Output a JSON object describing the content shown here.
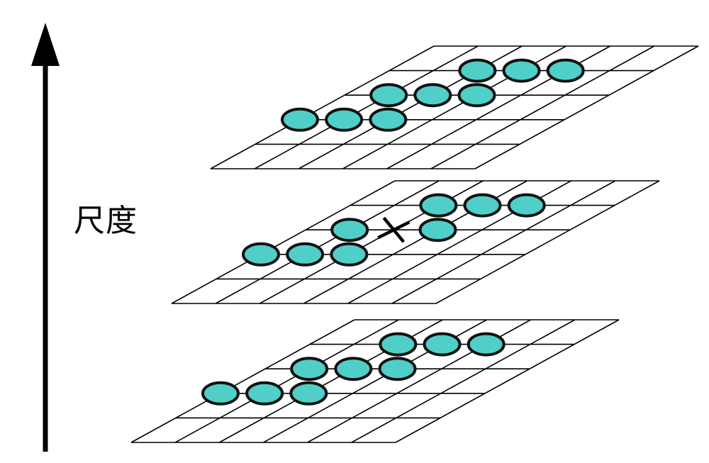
{
  "scale_axis": {
    "label": "尺度",
    "direction": "up"
  },
  "layers": [
    {
      "id": "upper-scale",
      "grid": {
        "rows": 5,
        "cols": 6
      },
      "sample_points": [
        [
          1,
          4
        ],
        [
          1,
          3
        ],
        [
          1,
          2
        ],
        [
          2,
          3
        ],
        [
          2,
          2
        ],
        [
          2,
          1
        ],
        [
          3,
          2
        ],
        [
          3,
          1
        ],
        [
          3,
          0
        ]
      ],
      "center_marker": false
    },
    {
      "id": "current-scale",
      "grid": {
        "rows": 5,
        "cols": 6
      },
      "sample_points": [
        [
          1,
          4
        ],
        [
          1,
          3
        ],
        [
          1,
          2
        ],
        [
          2,
          3
        ],
        [
          2,
          1
        ],
        [
          3,
          2
        ],
        [
          3,
          1
        ],
        [
          3,
          0
        ]
      ],
      "center_marker": true
    },
    {
      "id": "lower-scale",
      "grid": {
        "rows": 5,
        "cols": 6
      },
      "sample_points": [
        [
          1,
          4
        ],
        [
          1,
          3
        ],
        [
          1,
          2
        ],
        [
          2,
          3
        ],
        [
          2,
          2
        ],
        [
          2,
          1
        ],
        [
          3,
          2
        ],
        [
          3,
          1
        ],
        [
          3,
          0
        ]
      ],
      "center_marker": false
    }
  ],
  "colors": {
    "grid_line": "#000000",
    "point_fill": "#4fcfc8",
    "point_stroke": "#111111",
    "marker": "#000000",
    "axis": "#000000"
  }
}
